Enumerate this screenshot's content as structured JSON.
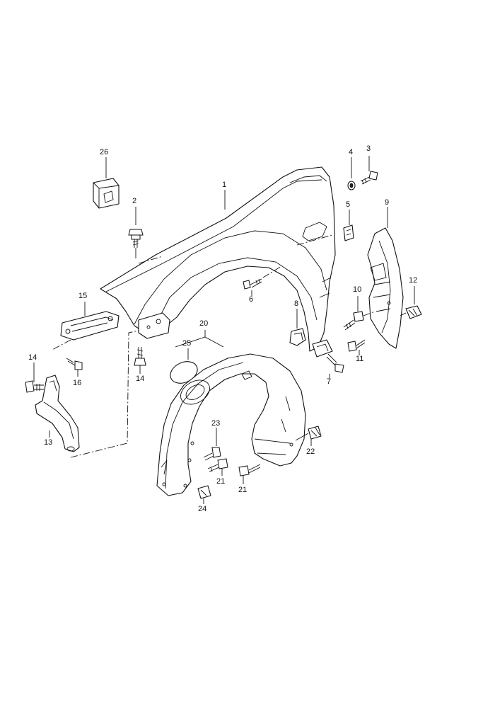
{
  "callouts": {
    "p1": "1",
    "p2": "2",
    "p3": "3",
    "p4": "4",
    "p5": "5",
    "p6": "6",
    "p7": "7",
    "p8": "8",
    "p9": "9",
    "p10": "10",
    "p11": "11",
    "p12": "12",
    "p13": "13",
    "p14a": "14",
    "p14b": "14",
    "p15": "15",
    "p16": "16",
    "p20": "20",
    "p21a": "21",
    "p21b": "21",
    "p22": "22",
    "p23": "23",
    "p24": "24",
    "p25": "25",
    "p26": "26"
  },
  "colors": {
    "line": "#111111",
    "background": "#ffffff"
  }
}
